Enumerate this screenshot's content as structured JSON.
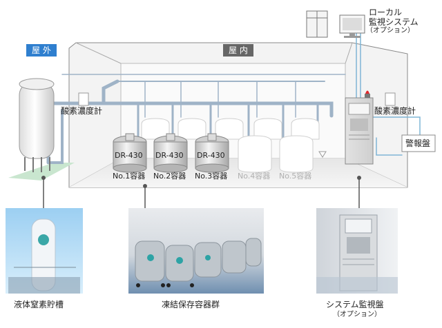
{
  "zones": {
    "outdoor": "屋 外",
    "indoor": "屋 内"
  },
  "remote_system": {
    "title_line1": "ローカル",
    "title_line2": "監視システム",
    "option": "（オプション）"
  },
  "sensors": {
    "left": "酸素濃度計",
    "right": "酸素濃度計"
  },
  "alarm_panel": "警報盤",
  "containers": [
    {
      "model": "DR-430",
      "label": "No.1容器",
      "active": true
    },
    {
      "model": "DR-430",
      "label": "No.2容器",
      "active": true
    },
    {
      "model": "DR-430",
      "label": "No.3容器",
      "active": true
    },
    {
      "model": "",
      "label": "No.4容器",
      "active": false
    },
    {
      "model": "",
      "label": "No.5容器",
      "active": false
    }
  ],
  "photos": {
    "tank": {
      "caption": "液体窒素貯槽"
    },
    "freezers": {
      "caption": "凍結保存容器群"
    },
    "panel": {
      "caption": "システム監視盤",
      "option": "（オプション）"
    }
  },
  "colors": {
    "pipe": "#9fb3c7",
    "tag_blue": "#2f7fcf",
    "tag_gray": "#666666",
    "ground": "#c9e6cf",
    "disabled_text": "#b0b0b0"
  }
}
